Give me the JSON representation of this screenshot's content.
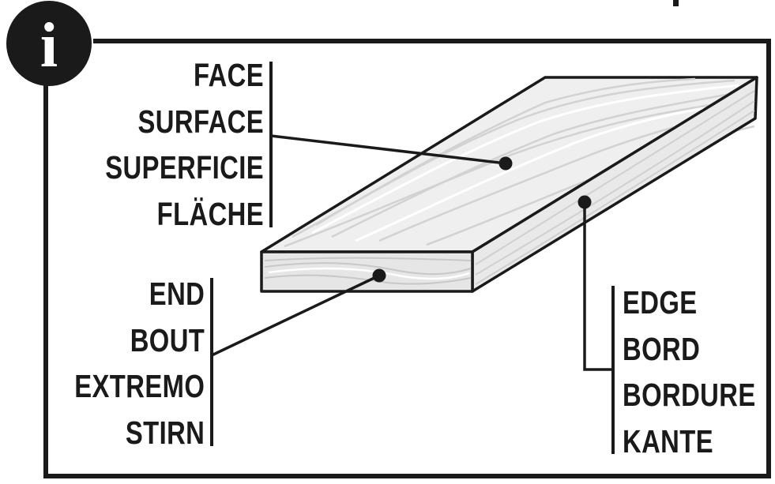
{
  "info_icon": {
    "glyph": "i",
    "name": "info-icon"
  },
  "labels": {
    "face": [
      "FACE",
      "SURFACE",
      "SUPERFICIE",
      "FLÄCHE"
    ],
    "end": [
      "END",
      "BOUT",
      "EXTREMO",
      "STIRN"
    ],
    "edge": [
      "EDGE",
      "BORD",
      "BORDURE",
      "KANTE"
    ]
  },
  "colors": {
    "ink": "#1a1a1a",
    "board_light": "#ececec",
    "board_grain": "#d8d8d8",
    "background": "#ffffff"
  }
}
